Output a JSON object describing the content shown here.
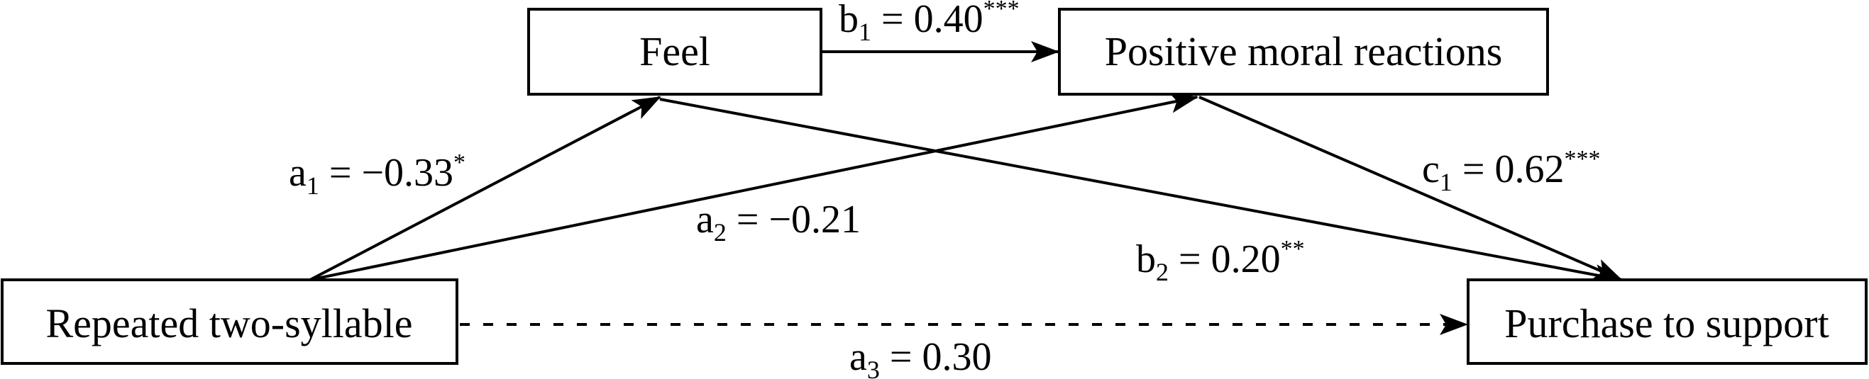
{
  "diagram": {
    "type": "mediation-path-model",
    "nodes": {
      "feel": {
        "label": "Feel"
      },
      "pmr": {
        "label": "Positive moral reactions"
      },
      "rts": {
        "label": "Repeated two-syllable"
      },
      "pts": {
        "label": "Purchase to support"
      }
    },
    "edges": {
      "a1": {
        "from": "rts",
        "to": "feel",
        "symbol": "a",
        "index": "1",
        "eq": " = −0.33",
        "sig": "*",
        "style": "solid"
      },
      "a2": {
        "from": "rts",
        "to": "pmr",
        "symbol": "a",
        "index": "2",
        "eq": " = −0.21",
        "sig": "",
        "style": "solid"
      },
      "a3": {
        "from": "rts",
        "to": "pts",
        "symbol": "a",
        "index": "3",
        "eq": " = 0.30",
        "sig": "",
        "style": "dashed"
      },
      "b1": {
        "from": "feel",
        "to": "pmr",
        "symbol": "b",
        "index": "1",
        "eq": " = 0.40",
        "sig": "***",
        "style": "solid"
      },
      "b2": {
        "from": "feel",
        "to": "pts",
        "symbol": "b",
        "index": "2",
        "eq": " = 0.20",
        "sig": "**",
        "style": "solid"
      },
      "c1": {
        "from": "pmr",
        "to": "pts",
        "symbol": "c",
        "index": "1",
        "eq": " = 0.62",
        "sig": "***",
        "style": "solid"
      }
    }
  }
}
